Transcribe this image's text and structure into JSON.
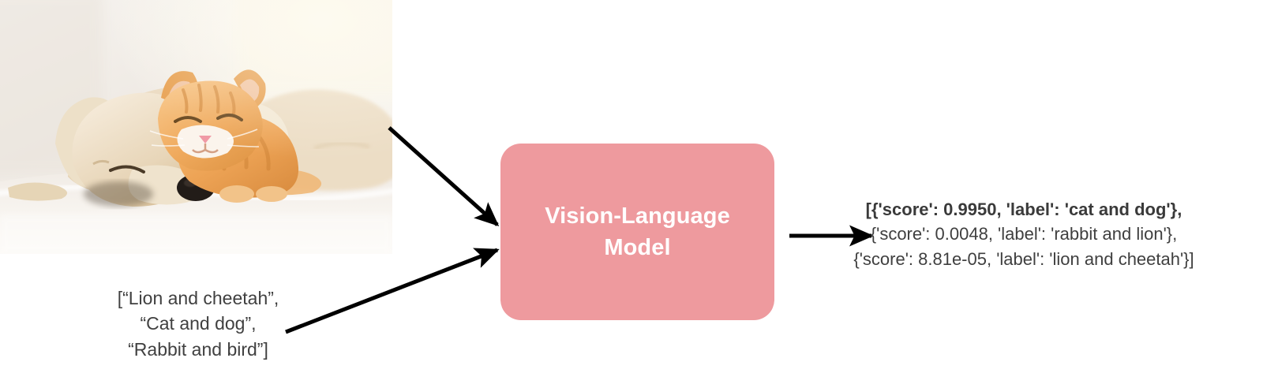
{
  "diagram": {
    "title": "Vision-Language Model zero-shot image classification pipeline",
    "accent_color": "#ee9a9e",
    "text_color": "#404040",
    "box_text_color": "#ffffff"
  },
  "input_image": {
    "alt": "Photo of a sleeping golden puppy and an orange tabby kitten resting together on a white blanket",
    "subjects": [
      "puppy",
      "kitten"
    ]
  },
  "prompt": {
    "lines": [
      "[“Lion and cheetah”,",
      "“Cat and dog”,",
      "“Rabbit and bird”]"
    ]
  },
  "model": {
    "label_line_1": "Vision-Language",
    "label_line_2": "Model"
  },
  "output": {
    "lines": [
      {
        "text": "[{'score': 0.9950, 'label': 'cat and dog'},",
        "bold": true
      },
      {
        "text": "{'score': 0.0048, 'label': 'rabbit and lion'},",
        "bold": false
      },
      {
        "text": "{'score': 8.81e-05, 'label': 'lion and cheetah'}]",
        "bold": false
      }
    ],
    "predictions": [
      {
        "score": 0.995,
        "label": "cat and dog"
      },
      {
        "score": 0.0048,
        "label": "rabbit and lion"
      },
      {
        "score": 8.81e-05,
        "label": "lion and cheetah"
      }
    ]
  },
  "arrows": [
    {
      "name": "image-to-model",
      "from": "input-image",
      "to": "model-box"
    },
    {
      "name": "prompt-to-model",
      "from": "prompt-block",
      "to": "model-box"
    },
    {
      "name": "model-to-output",
      "from": "model-box",
      "to": "output-block"
    }
  ]
}
